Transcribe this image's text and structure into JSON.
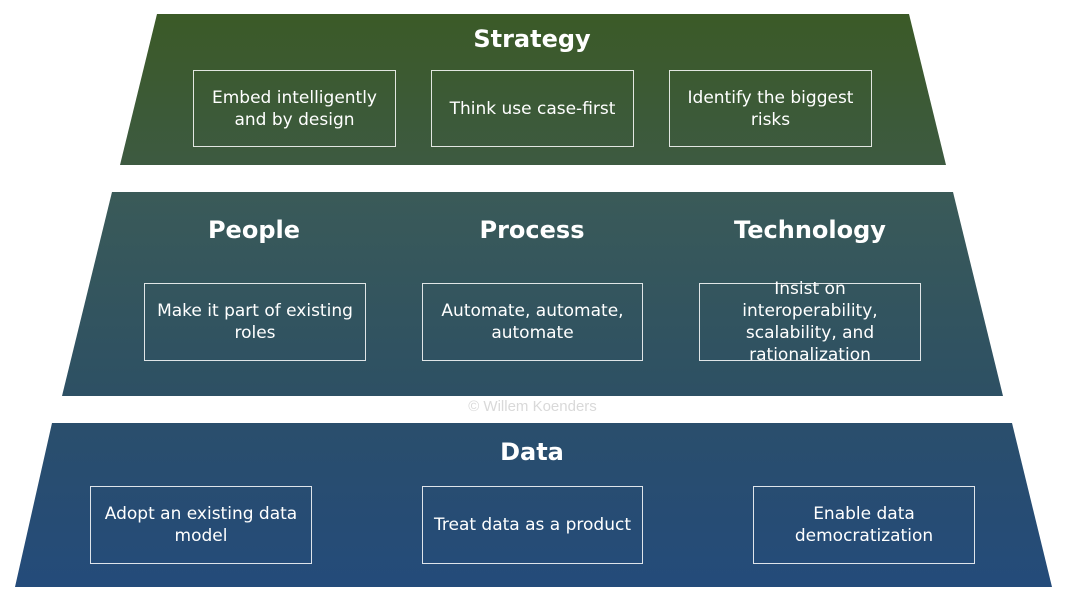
{
  "strategy": {
    "title": "Strategy",
    "items": [
      "Embed intelligently and by design",
      "Think use case-first",
      "Identify the biggest risks"
    ]
  },
  "middle": {
    "columns": [
      {
        "title": "People",
        "item": "Make it part of existing roles"
      },
      {
        "title": "Process",
        "item": "Automate, automate, automate"
      },
      {
        "title": "Technology",
        "item": "Insist on interoperability, scalability, and rationalization"
      }
    ]
  },
  "data_tier": {
    "title": "Data",
    "items": [
      "Adopt an existing data model",
      "Treat data as a product",
      "Enable data democratization"
    ]
  },
  "watermark": "© Willem Koenders",
  "colors": {
    "strategy_top": "#3b5a27",
    "strategy_bottom": "#3d5a41",
    "middle_top": "#3a5a58",
    "middle_bottom": "#2d5064",
    "data_top": "#2a4e6c",
    "data_bottom": "#244b7a"
  }
}
